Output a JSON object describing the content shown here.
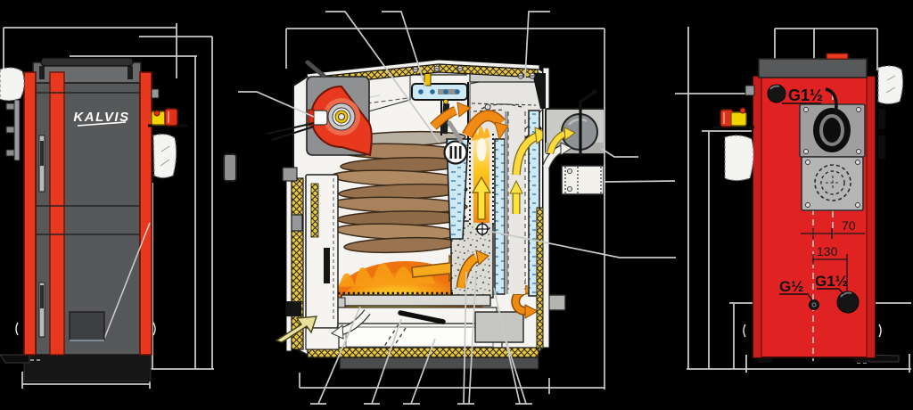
{
  "title": "KALVIS solid fuel boiler - three view technical drawing",
  "front_view": {
    "brand_logo": "KALVIS"
  },
  "rear_view": {
    "top_port_label": "G1½",
    "bottom_large_port_label": "G1½",
    "bottom_small_port_label": "G½",
    "dim_port_offset": "70",
    "dim_port_spacing": "130"
  },
  "colors": {
    "background": "#000000",
    "boiler_red": "#e12222",
    "accent_red": "#e8391f",
    "body_gray": "#58595b",
    "insulation_yellow": "#e8c93e",
    "water_blue": "#cde9f6",
    "flame_orange": "#f79c15",
    "flame_yellow": "#ffd521",
    "dimension_line": "#c9c9c9"
  }
}
